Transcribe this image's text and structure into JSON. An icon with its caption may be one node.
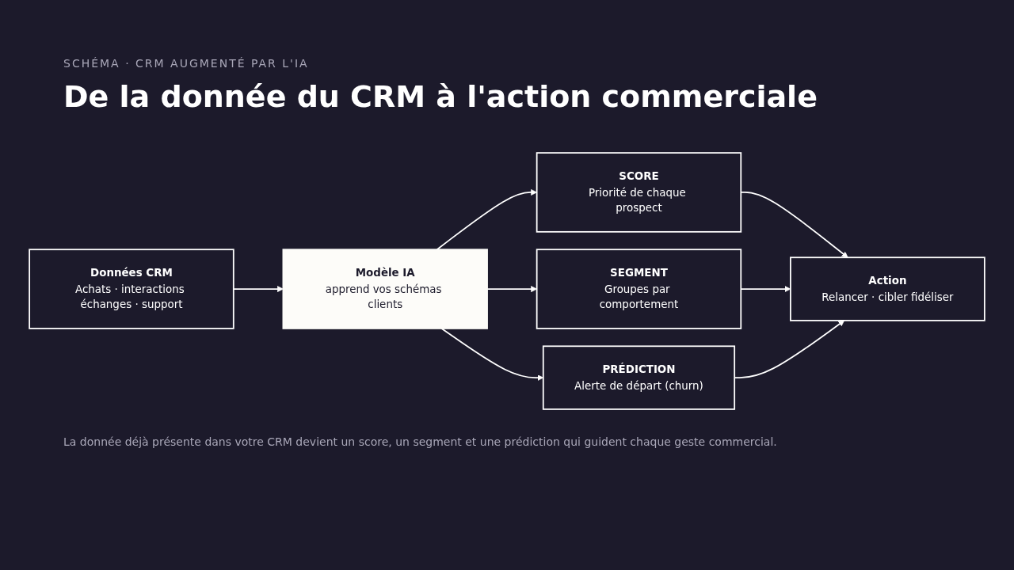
{
  "diagram": {
    "title": "De la donnée du CRM à l'action commerciale",
    "caption": "La donnée déjà présente dans votre CRM devient un score, un segment et une prédiction qui guident chaque geste commercial.",
    "labels": [
      "SCHÉMA · CRM AUGMENTÉ PAR L'IA"
    ],
    "nodes": [
      {
        "text": [
          "Données CRM",
          "Achats · interactions échanges · support"
        ]
      },
      {
        "text": [
          "Modèle IA",
          "apprend vos schémas clients"
        ]
      },
      {
        "text": [
          "SCORE",
          "Priorité de chaque prospect"
        ]
      },
      {
        "text": [
          "SEGMENT",
          "Groupes par comportement"
        ]
      },
      {
        "text": [
          "PRÉDICTION",
          "Alerte de départ (churn)"
        ]
      },
      {
        "text": [
          "Action",
          "Relancer · cibler fidéliser"
        ]
      }
    ],
    "edges": [
      {
        "from": 0,
        "to": 1,
        "arrow": "to"
      },
      {
        "from": 1,
        "to": 2,
        "arrow": "to"
      },
      {
        "from": 1,
        "to": 3,
        "arrow": "to"
      },
      {
        "from": 1,
        "to": 4,
        "arrow": "to"
      },
      {
        "from": 2,
        "to": 5,
        "arrow": "to"
      },
      {
        "from": 3,
        "to": 5,
        "arrow": "to"
      },
      {
        "from": 4,
        "to": 5,
        "arrow": "to"
      }
    ]
  }
}
